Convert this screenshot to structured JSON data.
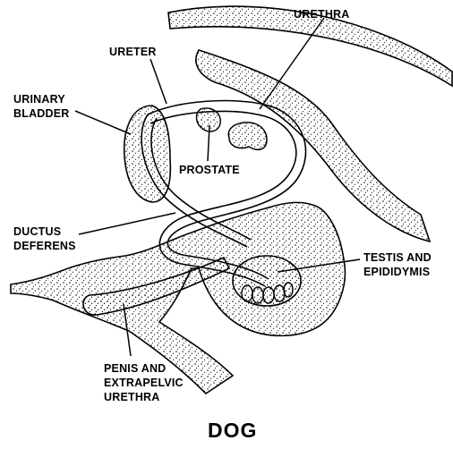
{
  "title": "DOG",
  "labels": {
    "urethra": [
      "URETHRA"
    ],
    "ureter": [
      "URETER"
    ],
    "urinary_bladder": [
      "URINARY",
      "BLADDER"
    ],
    "prostate": [
      "PROSTATE"
    ],
    "ductus_deferens": [
      "DUCTUS",
      "DEFERENS"
    ],
    "testis": [
      "TESTIS AND",
      "EPIDIDYMIS"
    ],
    "penis": [
      "PENIS AND",
      "EXTRAPELVIC",
      "URETHRA"
    ]
  },
  "colors": {
    "ink": "#000000",
    "background": "#ffffff"
  }
}
